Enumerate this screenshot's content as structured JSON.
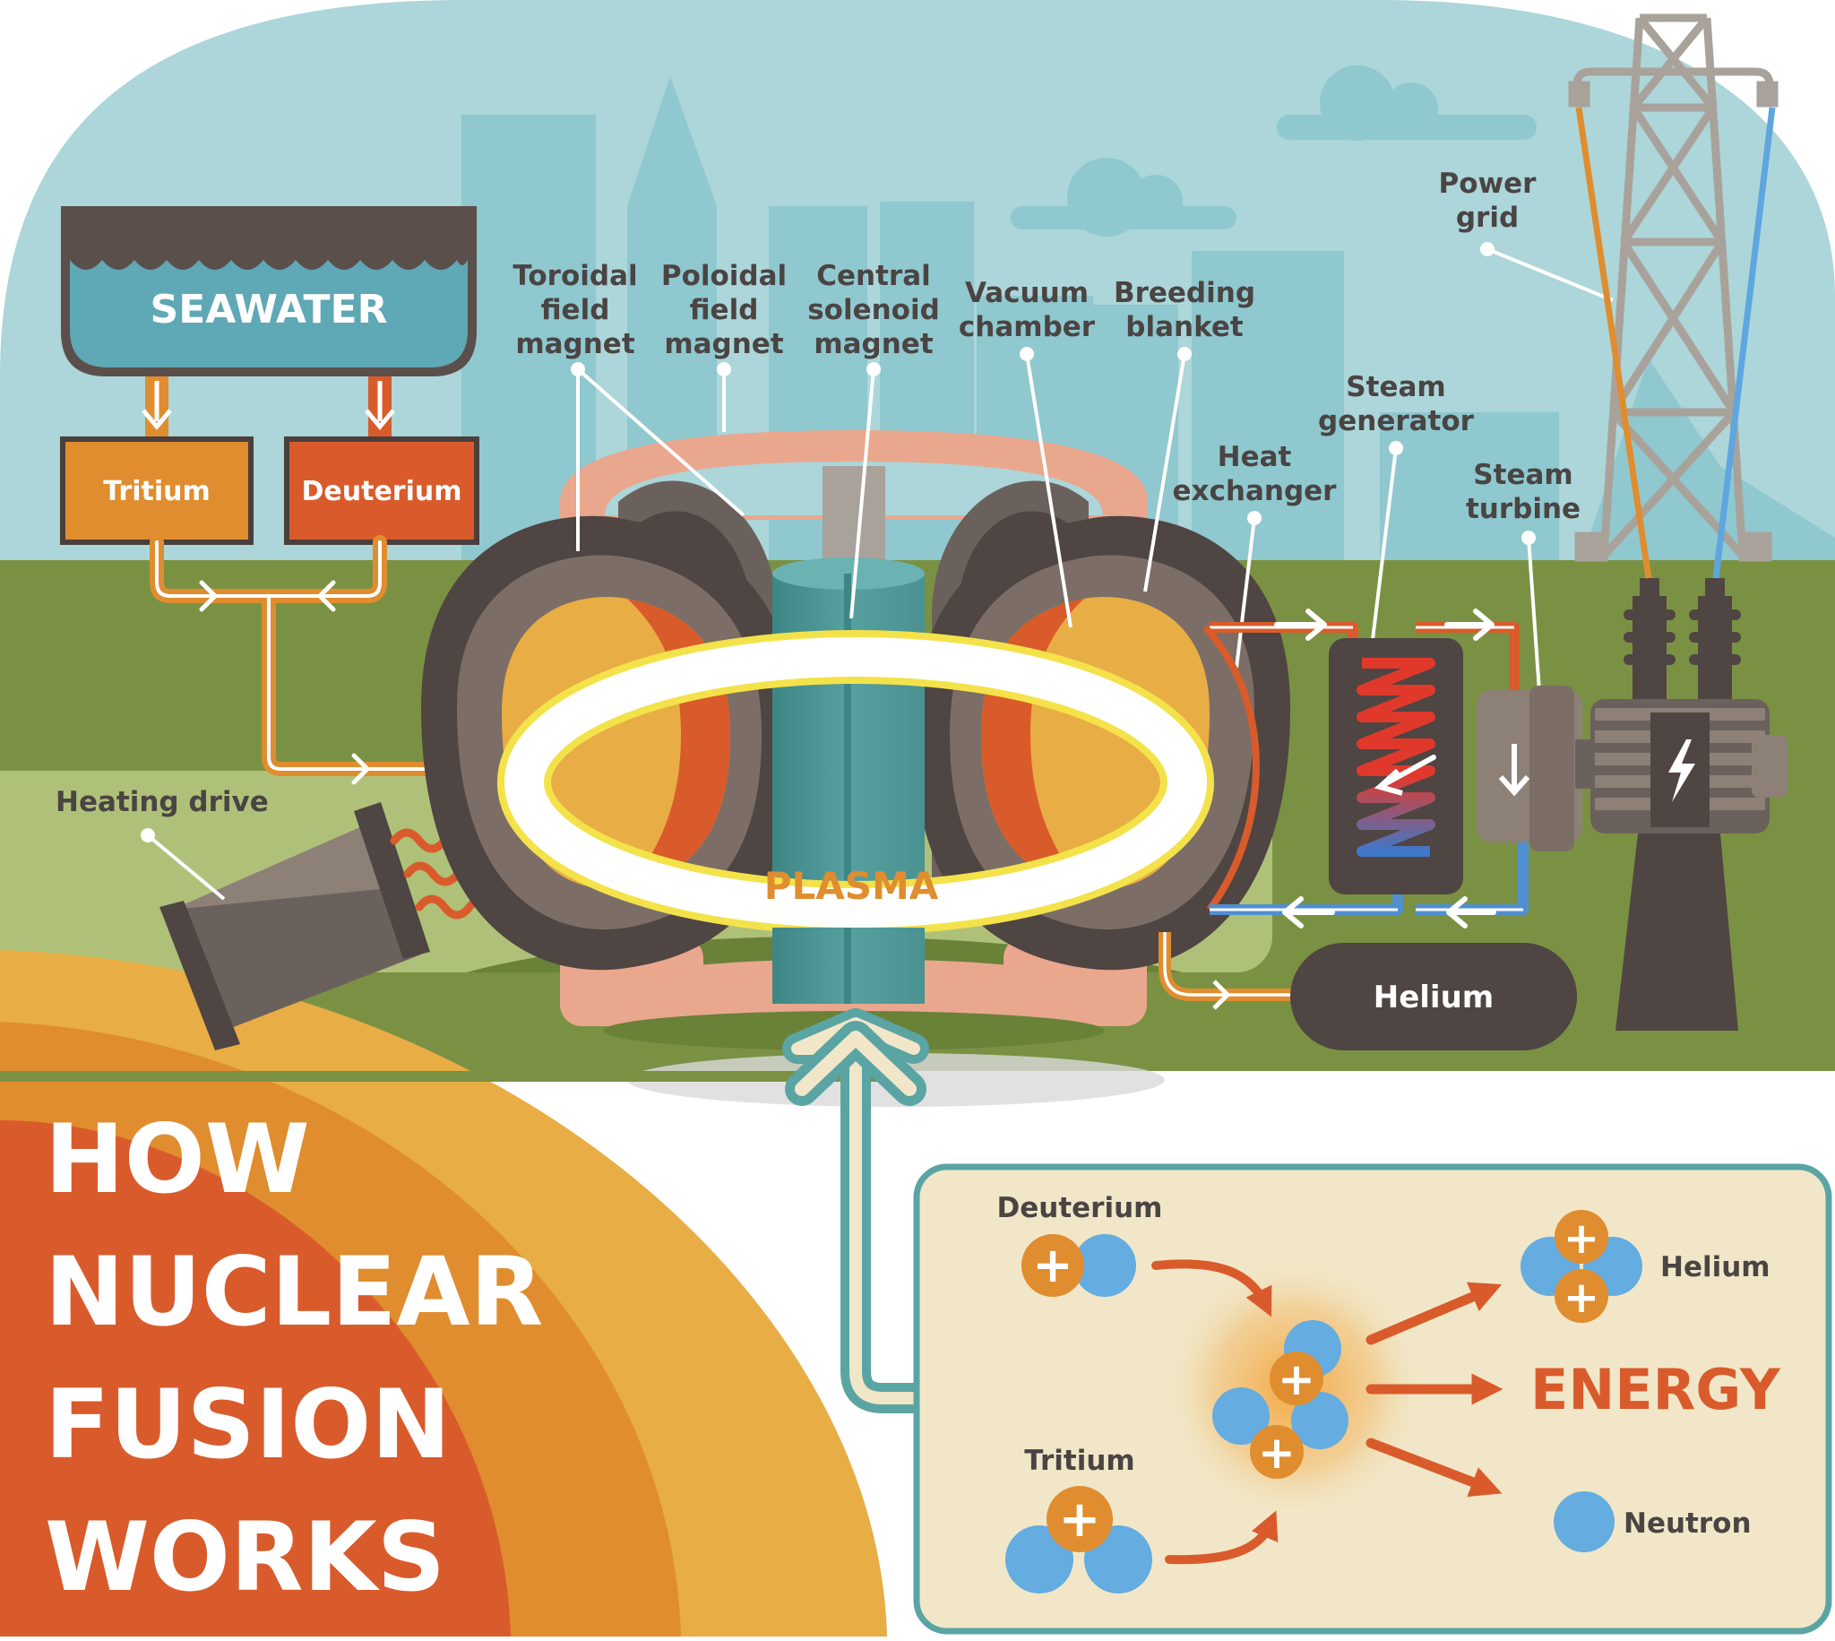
{
  "title_lines": [
    "HOW",
    "NUCLEAR",
    "FUSION",
    "WORKS"
  ],
  "labels": {
    "seawater": "SEAWATER",
    "tritium_box": "Tritium",
    "deuterium_box": "Deuterium",
    "heating_drive": "Heating drive",
    "toroidal": [
      "Toroidal",
      "field",
      "magnet"
    ],
    "poloidal": [
      "Poloidal",
      "field",
      "magnet"
    ],
    "central": [
      "Central",
      "solenoid",
      "magnet"
    ],
    "vacuum": [
      "Vacuum",
      "chamber"
    ],
    "breeding": [
      "Breeding",
      "blanket"
    ],
    "heat_exchanger": [
      "Heat",
      "exchanger"
    ],
    "steam_generator": [
      "Steam",
      "generator"
    ],
    "steam_turbine": [
      "Steam",
      "turbine"
    ],
    "power_grid": [
      "Power",
      "grid"
    ],
    "plasma": "PLASMA",
    "helium_tank": "Helium"
  },
  "reaction": {
    "deuterium": "Deuterium",
    "tritium": "Tritium",
    "helium": "Helium",
    "energy": "ENERGY",
    "neutron": "Neutron",
    "proton_symbol": "+"
  },
  "icons": [
    "lightning-bolt-icon",
    "arrow-icon",
    "proton-icon",
    "neutron-icon"
  ],
  "colors": {
    "sky": "#acd6d9",
    "ground": "#7a9143",
    "orange": "#e89131",
    "red_orange": "#d95b2b",
    "teal": "#4f9595",
    "dark_brown": "#524a47",
    "neutron_blue": "#65ace0",
    "reaction_bg": "#f1e7c8"
  }
}
